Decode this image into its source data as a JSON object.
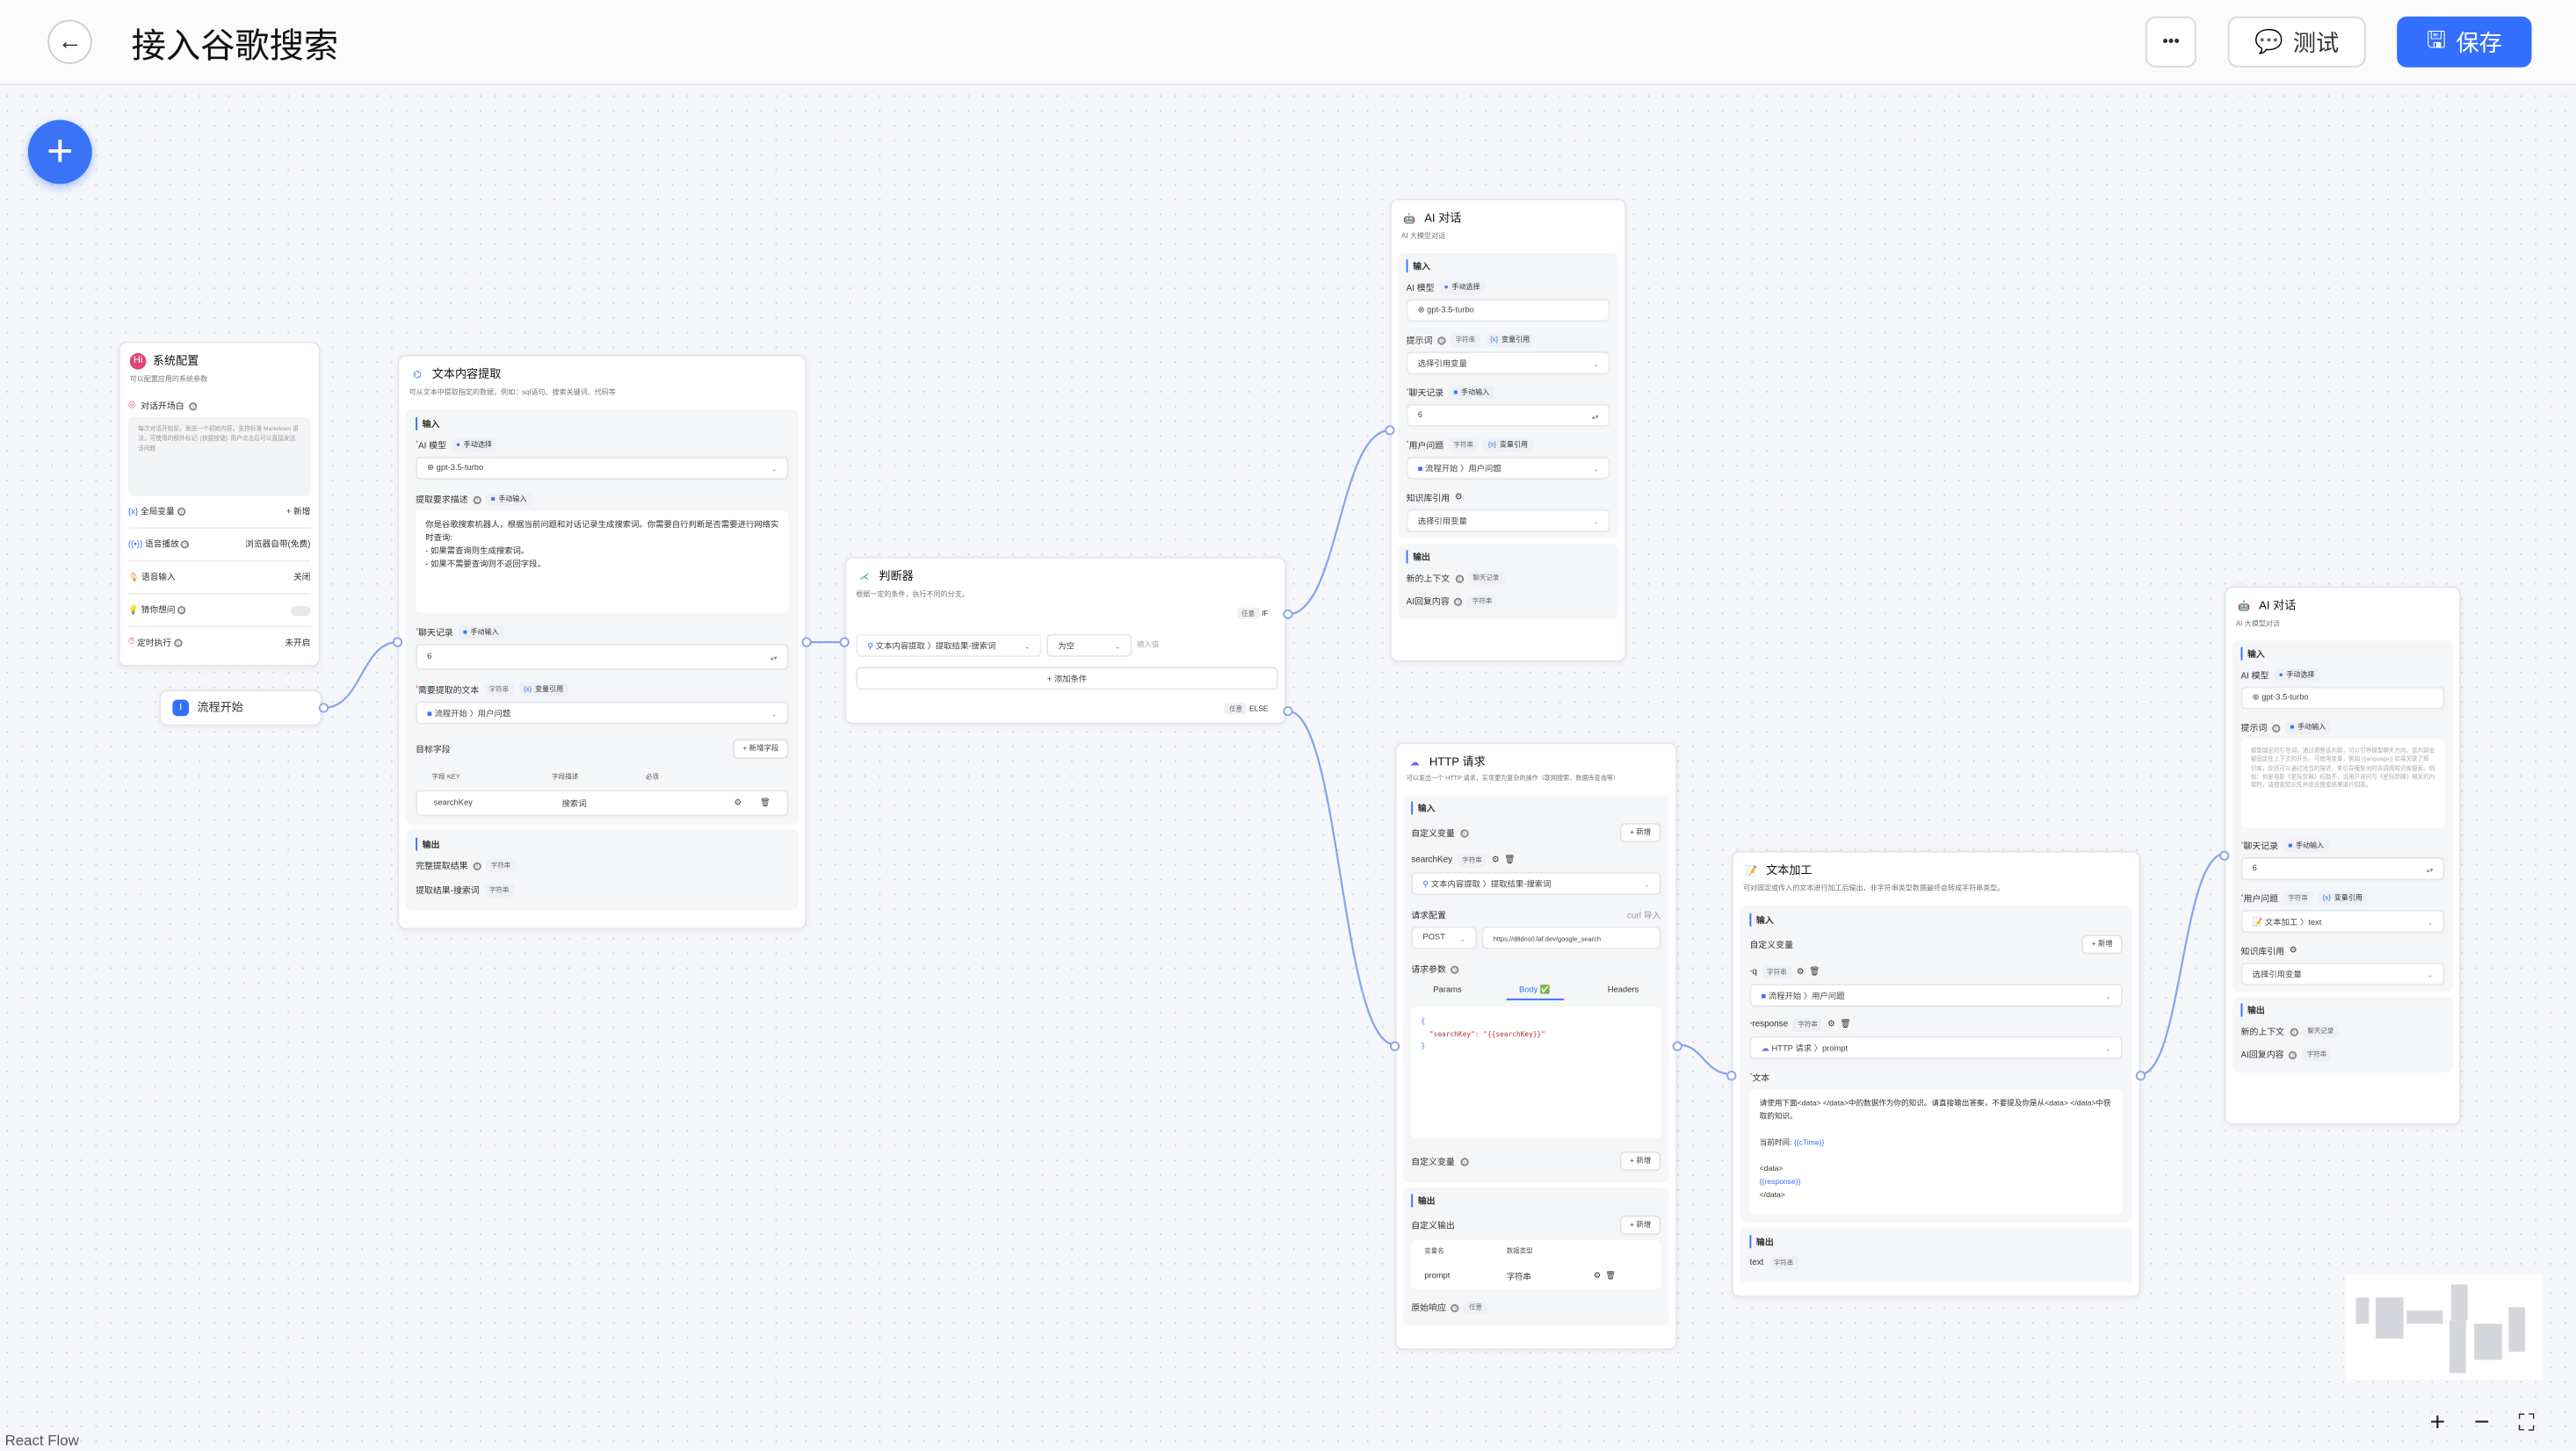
{
  "header": {
    "title": "接入谷歌搜索",
    "more_label": "•••",
    "test_label": "测试",
    "save_label": "保存"
  },
  "colors": {
    "accent": "#3370ff",
    "edge": "#8aa2f0"
  },
  "system_config": {
    "title": "系统配置",
    "desc": "可以配置应用的系统参数",
    "welcome_label": "对话开场白",
    "welcome_placeholder": "每次对话开始前，发送一个初始内容。支持标准 Markdown 语法，可使用的额外标记: [快捷按键]: 用户点击后可以直接发送该问题",
    "rows": [
      {
        "label": "全局变量",
        "value": "+ 新增",
        "icon": "variable-icon"
      },
      {
        "label": "语音播放",
        "value": "浏览器自带(免费)",
        "icon": "broadcast-icon"
      },
      {
        "label": "语音输入",
        "value": "关闭",
        "icon": "microphone-icon"
      },
      {
        "label": "猜你想问",
        "value": "",
        "icon": "lightbulb-icon",
        "toggle": false
      },
      {
        "label": "定时执行",
        "value": "未开启",
        "icon": "clock-icon"
      }
    ]
  },
  "flow_start": {
    "title": "流程开始"
  },
  "extract": {
    "title": "文本内容提取",
    "desc": "可从文本中提取指定的数据，例如：sql语句、搜索关键词、代码等",
    "input_label": "输入",
    "model_label": "AI 模型",
    "model_mode": "手动选择",
    "model": "gpt-3.5-turbo",
    "desc_label": "提取要求描述",
    "desc_mode": "手动输入",
    "prompt_lines": [
      "你是谷歌搜索机器人，根据当前问题和对话记录生成搜索词。你需要自行判断是否需要进行网络实时查询:",
      "- 如果需查询则生成搜索词。",
      "- 如果不需要查询则不返回字段。"
    ],
    "history_label": "聊天记录",
    "history_mode": "手动输入",
    "history_value": "6",
    "text_label": "需要提取的文本",
    "text_type": "字符串",
    "text_mode": "变量引用",
    "text_ref": "流程开始 〉用户问题",
    "fields_label": "目标字段",
    "add_field": "+ 新增字段",
    "cols": [
      "字段 KEY",
      "字段描述",
      "必须"
    ],
    "field_key": "searchKey",
    "field_desc": "搜索词",
    "output_label": "输出",
    "out1": "完整提取结果",
    "out2": "提取结果-搜索词",
    "type": "字符串"
  },
  "judge": {
    "title": "判断器",
    "desc": "根据一定的条件，执行不同的分支。",
    "any": "任意",
    "if": "IF",
    "else": "ELSE",
    "cond_ref": "文本内容提取 〉提取结果-搜索词",
    "cond_op": "为空",
    "cond_placeholder": "输入值",
    "add_cond": "+ 添加条件"
  },
  "ai1": {
    "title": "AI 对话",
    "desc": "AI 大模型对话",
    "input_label": "输入",
    "model_label": "AI 模型",
    "model_mode": "手动选择",
    "model": "gpt-3.5-turbo",
    "prompt_label": "提示词",
    "prompt_type": "字符串",
    "prompt_mode": "变量引用",
    "prompt_value": "选择引用变量",
    "history_label": "聊天记录",
    "history_mode": "手动输入",
    "history_value": "6",
    "question_label": "用户问题",
    "question_type": "字符串",
    "question_mode": "变量引用",
    "question_ref": "流程开始 〉用户问题",
    "kb_label": "知识库引用",
    "kb_value": "选择引用变量",
    "output_label": "输出",
    "out1": "新的上下文",
    "out1_type": "聊天记录",
    "out2": "AI回复内容",
    "out2_type": "字符串"
  },
  "http": {
    "title": "HTTP 请求",
    "desc": "可以发出一个 HTTP 请求，实现更为复杂的操作（联网搜索、数据库查询等）",
    "input_label": "输入",
    "custom_var": "自定义变量",
    "add": "+ 新增",
    "var_name": "searchKey",
    "var_type": "字符串",
    "var_ref": "文本内容提取 〉提取结果-搜索词",
    "req_config": "请求配置",
    "curl": "curl 导入",
    "method": "POST",
    "url": "https://d8dns0.laf.dev/google_search",
    "params_label": "请求参数",
    "tabs": [
      "Params",
      "Body ✅",
      "Headers"
    ],
    "body_lines": [
      "{",
      "  \"searchKey\": \"{{searchKey}}\"",
      "}"
    ],
    "custom_var2": "自定义变量",
    "output_label": "输出",
    "custom_out": "自定义输出",
    "cols": [
      "变量名",
      "数据类型"
    ],
    "out_name": "prompt",
    "out_type": "字符串",
    "raw": "原始响应",
    "raw_type": "任意"
  },
  "textproc": {
    "title": "文本加工",
    "desc": "可对固定或传入的文本进行加工后输出，非字符串类型数据最终会转成字符串类型。",
    "input_label": "输入",
    "custom_var": "自定义变量",
    "add": "+ 新增",
    "q_name": "q",
    "q_type": "字符串",
    "q_ref": "流程开始 〉用户问题",
    "r_name": "response",
    "r_type": "字符串",
    "r_ref": "HTTP 请求 〉prompt",
    "text_label": "文本",
    "text_lines": [
      "请使用下面<data> </data>中的数据作为你的知识。请直接输出答案，不要提及你是从<data> </data>中获取的知识。",
      "",
      "当前时间: {{cTime}}",
      "",
      "<data>",
      "{{response}}",
      "</data>"
    ],
    "output_label": "输出",
    "out": "text",
    "out_type": "字符串"
  },
  "ai2": {
    "title": "AI 对话",
    "desc": "AI 大模型对话",
    "input_label": "输入",
    "model_label": "AI 模型",
    "model_mode": "手动选择",
    "model": "gpt-3.5-turbo",
    "prompt_label": "提示词",
    "prompt_mode": "手动输入",
    "prompt_placeholder": "模型固定的引导词，通过调整该内容，可以引导模型聊天方向。该内容会被固定在上下文的开头。可使用变量，例如 {{language}} 如果关联了知识库，你还可以通过适当的描述，来引导模型何时去调用知识库搜索。例如：你是电影《星际穿越》的助手，当用户询问与《星际穿越》相关的内容时，请搜索知识库并结合搜索结果进行回答。",
    "history_label": "聊天记录",
    "history_mode": "手动输入",
    "history_value": "6",
    "question_label": "用户问题",
    "question_type": "字符串",
    "question_mode": "变量引用",
    "question_ref": "文本加工 〉text",
    "kb_label": "知识库引用",
    "kb_value": "选择引用变量",
    "output_label": "输出",
    "out1": "新的上下文",
    "out1_type": "聊天记录",
    "out2": "AI回复内容",
    "out2_type": "字符串"
  },
  "controls": {
    "zoom_in": "+",
    "zoom_out": "−",
    "fit": "⛶"
  },
  "attribution": "React Flow"
}
